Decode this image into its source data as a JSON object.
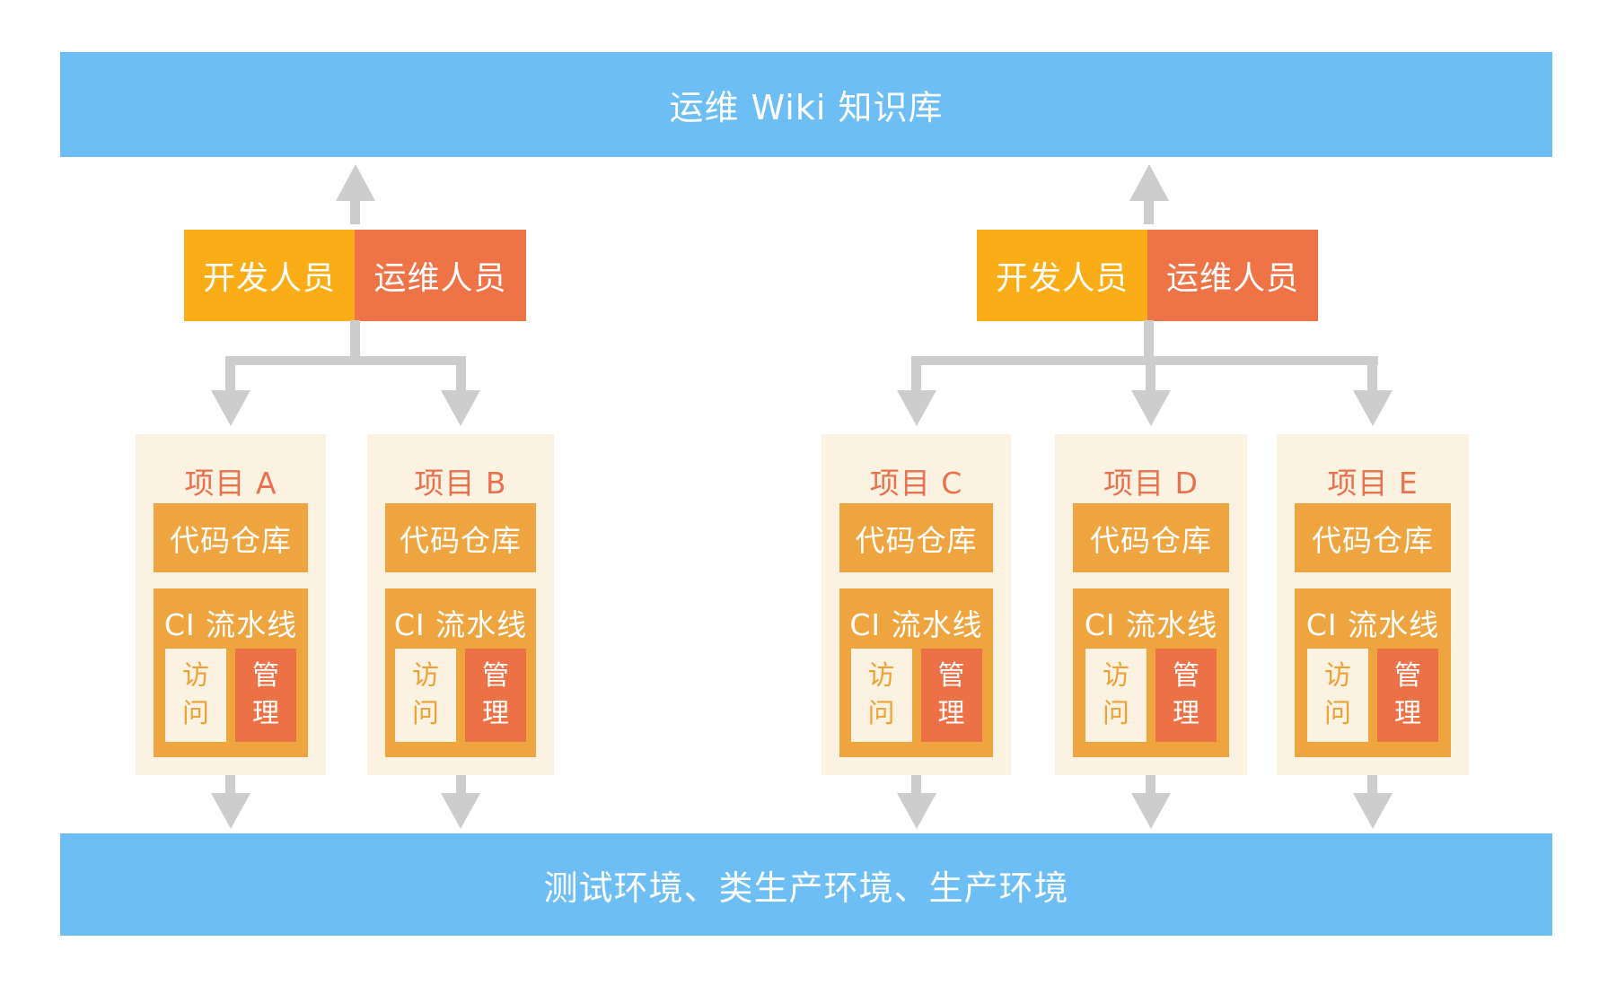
{
  "colors": {
    "bar-blue": "#6CBEF5",
    "dev-yellow": "#FBAD18",
    "ops-orange": "#EE7448",
    "project-cream": "#FCF2E1",
    "inner-orange": "#EFA53F",
    "manage-orange": "#ED7146",
    "access-text": "#EFA237",
    "title-text": "#E8724E",
    "arrow-gray": "#CDCDCD",
    "text-white": "#FFFFFF"
  },
  "top_bar": {
    "label": "运维 Wiki 知识库"
  },
  "bottom_bar": {
    "label": "测试环境、类生产环境、生产环境"
  },
  "project_labels": {
    "repo": "代码仓库",
    "ci": "CI 流水线",
    "access": "访问",
    "manage": "管理"
  },
  "groups": [
    {
      "people": {
        "dev": "开发人员",
        "ops": "运维人员"
      },
      "projects": [
        {
          "title": "项目 A"
        },
        {
          "title": "项目 B"
        }
      ]
    },
    {
      "people": {
        "dev": "开发人员",
        "ops": "运维人员"
      },
      "projects": [
        {
          "title": "项目 C"
        },
        {
          "title": "项目 D"
        },
        {
          "title": "项目 E"
        }
      ]
    }
  ]
}
